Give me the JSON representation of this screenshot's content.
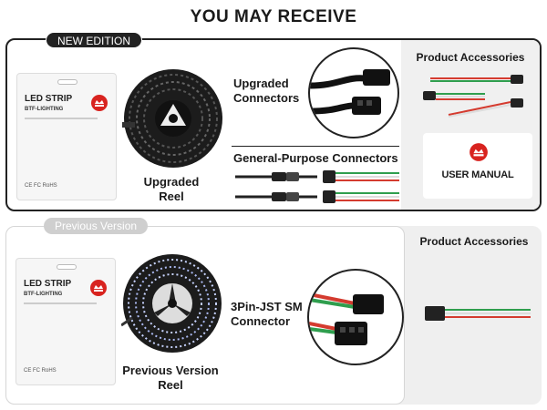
{
  "page_title": "YOU MAY RECEIVE",
  "colors": {
    "dark": "#222222",
    "brand_red": "#d8231f",
    "wire_red": "#d43b2f",
    "wire_green": "#2f9e4e",
    "panel_gray": "#efefef"
  },
  "package": {
    "title": "LED STRIP",
    "brand": "BTF-LIGHTING",
    "cert": "CE  FC  RoHS"
  },
  "new_edition": {
    "badge": "NEW EDITION",
    "reel_label_1": "Upgraded",
    "reel_label_2": "Reel",
    "upgraded_connectors_1": "Upgraded",
    "upgraded_connectors_2": "Connectors",
    "general_connectors": "General-Purpose Connectors",
    "accessories_title": "Product Accessories",
    "manual_label": "USER MANUAL"
  },
  "previous_version": {
    "badge": "Previous Version",
    "reel_label_1": "Previous Version",
    "reel_label_2": "Reel",
    "connector_1": "3Pin-JST SM",
    "connector_2": "Connector",
    "accessories_title": "Product Accessories"
  }
}
